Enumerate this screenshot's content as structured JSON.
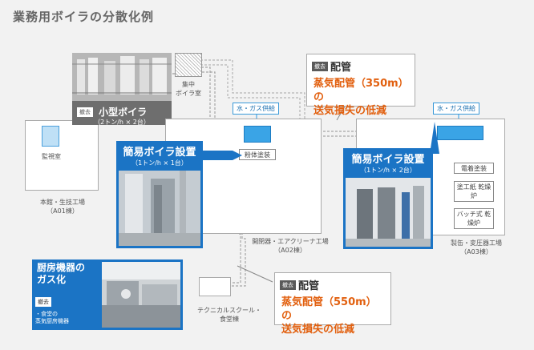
{
  "title": "業務用ボイラの分散化例",
  "central_boiler_room": [
    "集中",
    "ボイラ室"
  ],
  "main_building": {
    "room": "監視室",
    "label": [
      "本館・生技工場",
      "（A01棟）"
    ]
  },
  "small_boiler": {
    "tag": "撤去",
    "name": "小型ボイラ",
    "spec": "（2トン/h × 2台）"
  },
  "pipe_350": {
    "tag": "撤去",
    "heading": "配管",
    "lines": [
      "蒸気配管（350m）の",
      "送気損失の低減"
    ]
  },
  "pipe_550": {
    "tag": "撤去",
    "heading": "配管",
    "lines": [
      "蒸気配管（550m）の",
      "送気損失の低減"
    ]
  },
  "supply_a02": "水・ガス供給",
  "supply_a03": "水・ガス供給",
  "boiler_a02": {
    "name": "簡易ボイラ設置",
    "spec": "（1トン/h × 1台）"
  },
  "boiler_a03": {
    "name": "簡易ボイラ設置",
    "spec": "（1トン/h × 2台）"
  },
  "powder_coating": "粉体塗装",
  "a02_label": [
    "開閉器・エアクリーナ工場",
    "（A02棟）"
  ],
  "a03_label": [
    "製缶・変圧器工場",
    "（A03棟）"
  ],
  "a03_rooms": [
    {
      "name": "電着塗装"
    },
    {
      "name": "塗工紙 乾燥炉"
    },
    {
      "name": "バッチ式 乾燥炉"
    }
  ],
  "kitchen": {
    "heading": [
      "厨房機器の",
      "ガス化"
    ],
    "tag": "撤去",
    "items": [
      "・食堂の",
      "蒸気厨房機器"
    ]
  },
  "technical_school": [
    "テクニカルスクール・",
    "食堂棟"
  ],
  "colors": {
    "accent_blue": "#1b74c5",
    "orange": "#e2600f",
    "tag_gray": "#5a5a5a"
  }
}
